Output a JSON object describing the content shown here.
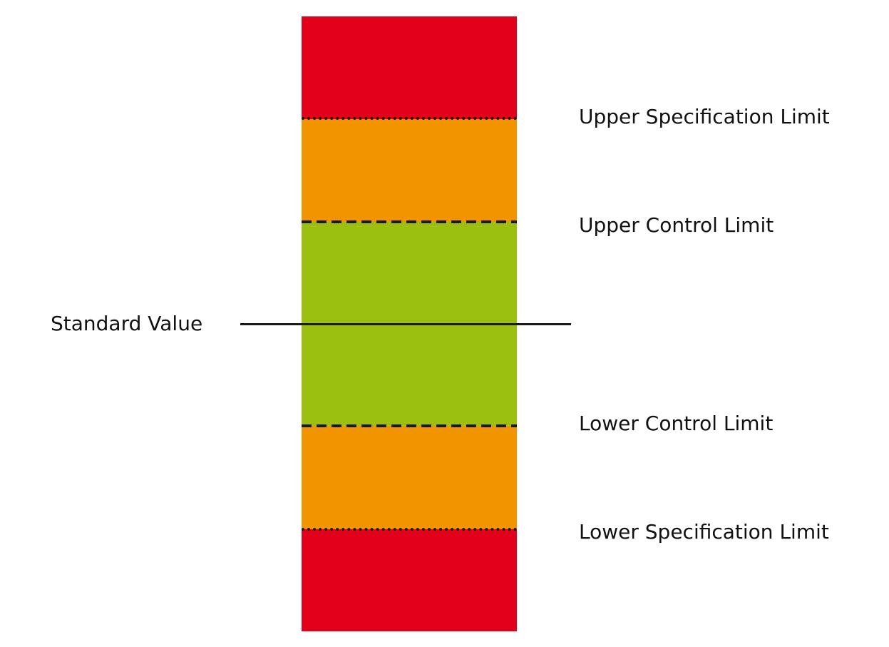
{
  "zones": [
    {
      "name": "upper-red",
      "color": "#e2001a"
    },
    {
      "name": "upper-orange",
      "color": "#f29400"
    },
    {
      "name": "green",
      "color": "#9bc00f"
    },
    {
      "name": "lower-orange",
      "color": "#f29400"
    },
    {
      "name": "lower-red",
      "color": "#e2001a"
    }
  ],
  "labels": {
    "usl": "Upper Specification Limit",
    "ucl": "Upper Control Limit",
    "standard": "Standard Value",
    "lcl": "Lower Control Limit",
    "lsl": "Lower Specification Limit"
  }
}
